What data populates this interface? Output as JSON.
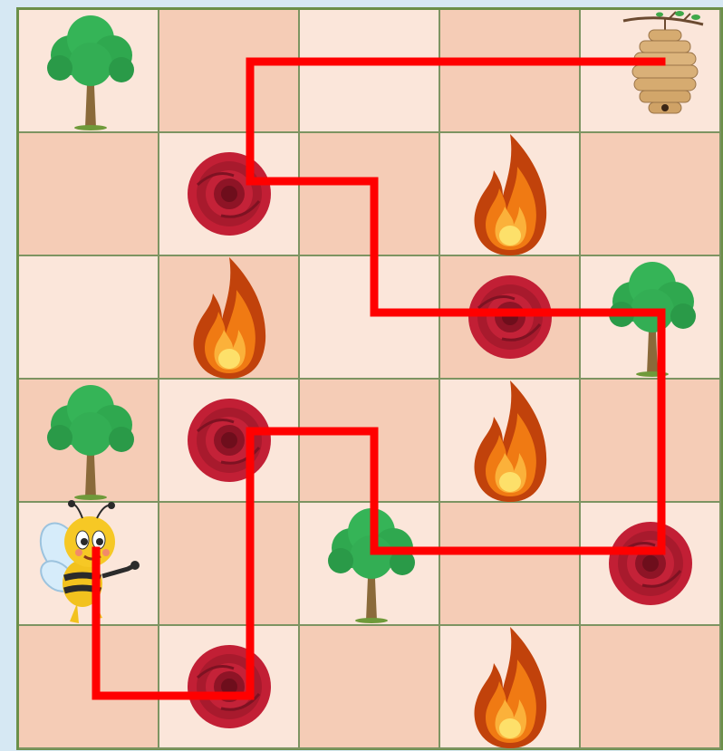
{
  "board": {
    "rows": 6,
    "cols": 5,
    "colors": {
      "light_cell": "#fbe6da",
      "dark_cell": "#f5ccb6",
      "grid_line": "#7d9462",
      "frame": "#6b8f48",
      "path": "#ff0000",
      "background": "#d6e8f3"
    },
    "cells": [
      [
        "tree",
        "empty",
        "empty",
        "empty",
        "beehive"
      ],
      [
        "empty",
        "rose",
        "empty",
        "fire",
        "empty"
      ],
      [
        "empty",
        "fire",
        "empty",
        "rose",
        "tree"
      ],
      [
        "tree",
        "rose",
        "empty",
        "fire",
        "empty"
      ],
      [
        "bee",
        "empty",
        "tree",
        "empty",
        "rose"
      ],
      [
        "empty",
        "rose",
        "empty",
        "fire",
        "empty"
      ]
    ],
    "shading": [
      [
        "light",
        "dark",
        "light",
        "dark",
        "light"
      ],
      [
        "dark",
        "light",
        "dark",
        "light",
        "dark"
      ],
      [
        "light",
        "dark",
        "light",
        "dark",
        "light"
      ],
      [
        "dark",
        "light",
        "dark",
        "light",
        "dark"
      ],
      [
        "light",
        "dark",
        "light",
        "dark",
        "light"
      ],
      [
        "dark",
        "light",
        "dark",
        "light",
        "dark"
      ]
    ]
  },
  "path": {
    "description_free": true,
    "steps": [
      {
        "row": 4,
        "col": 0
      },
      {
        "row": 5,
        "col": 0
      },
      {
        "row": 5,
        "col": 1
      },
      {
        "row": 3,
        "col": 1
      },
      {
        "row": 3,
        "col": 2
      },
      {
        "row": 4,
        "col": 2
      },
      {
        "row": 4,
        "col": 4
      },
      {
        "row": 2,
        "col": 4
      },
      {
        "row": 2,
        "col": 2
      },
      {
        "row": 1,
        "col": 2
      },
      {
        "row": 1,
        "col": 1
      },
      {
        "row": 0,
        "col": 1
      },
      {
        "row": 0,
        "col": 4
      }
    ]
  }
}
